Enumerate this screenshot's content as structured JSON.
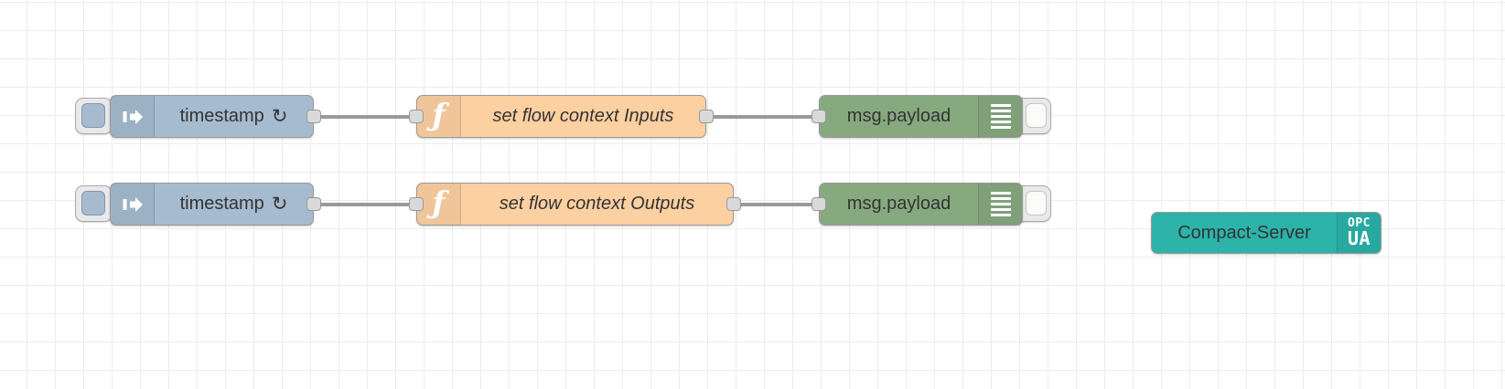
{
  "app": "node-red-flow-canvas",
  "palette": {
    "inject_color": "#a6bbcf",
    "function_color": "#fdd0a2",
    "debug_color": "#87a980",
    "server_color": "#2bb3a9",
    "wire_color": "#999999",
    "port_fill": "#d9d9d9",
    "grid_color": "#ececec",
    "label_color": "#333333"
  },
  "nodes": {
    "inject1": {
      "type": "inject",
      "label": "timestamp",
      "repeat_indicator": "↻"
    },
    "inject2": {
      "type": "inject",
      "label": "timestamp",
      "repeat_indicator": "↻"
    },
    "function1": {
      "type": "function",
      "label": "set flow context Inputs"
    },
    "function2": {
      "type": "function",
      "label": "set flow context Outputs"
    },
    "debug1": {
      "type": "debug",
      "label": "msg.payload"
    },
    "debug2": {
      "type": "debug",
      "label": "msg.payload"
    },
    "opcua_server": {
      "type": "opcua-compact-server",
      "label": "Compact-Server",
      "badge_line1": "OPC",
      "badge_line2": "UA"
    }
  }
}
